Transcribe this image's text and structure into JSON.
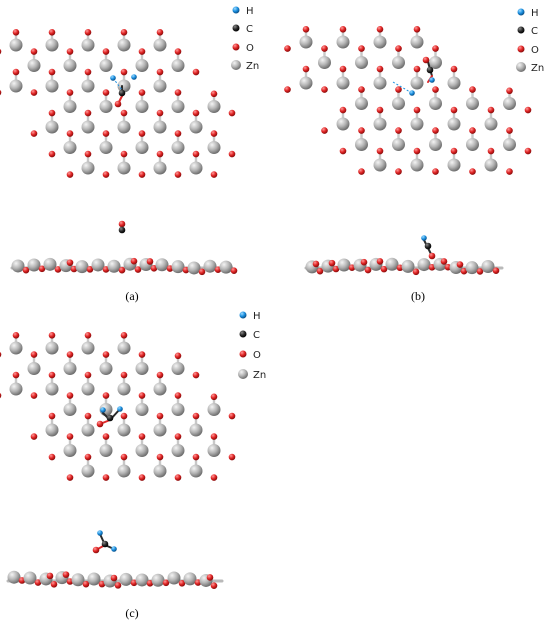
{
  "legend": [
    {
      "label": "H",
      "color": "#1a8fe0"
    },
    {
      "label": "C",
      "color": "#2a2a2a"
    },
    {
      "label": "O",
      "color": "#e02a2a"
    },
    {
      "label": "Zn",
      "color": "#b0b0b0"
    }
  ],
  "panels": [
    {
      "caption": "(a)"
    },
    {
      "caption": "(b)"
    },
    {
      "caption": "(c)"
    }
  ],
  "colors": {
    "H": "#1a8fe0",
    "C": "#2a2a2a",
    "O": "#e02a2a",
    "Zn": "#b0b0b0",
    "bond": "#c8c8c8"
  }
}
